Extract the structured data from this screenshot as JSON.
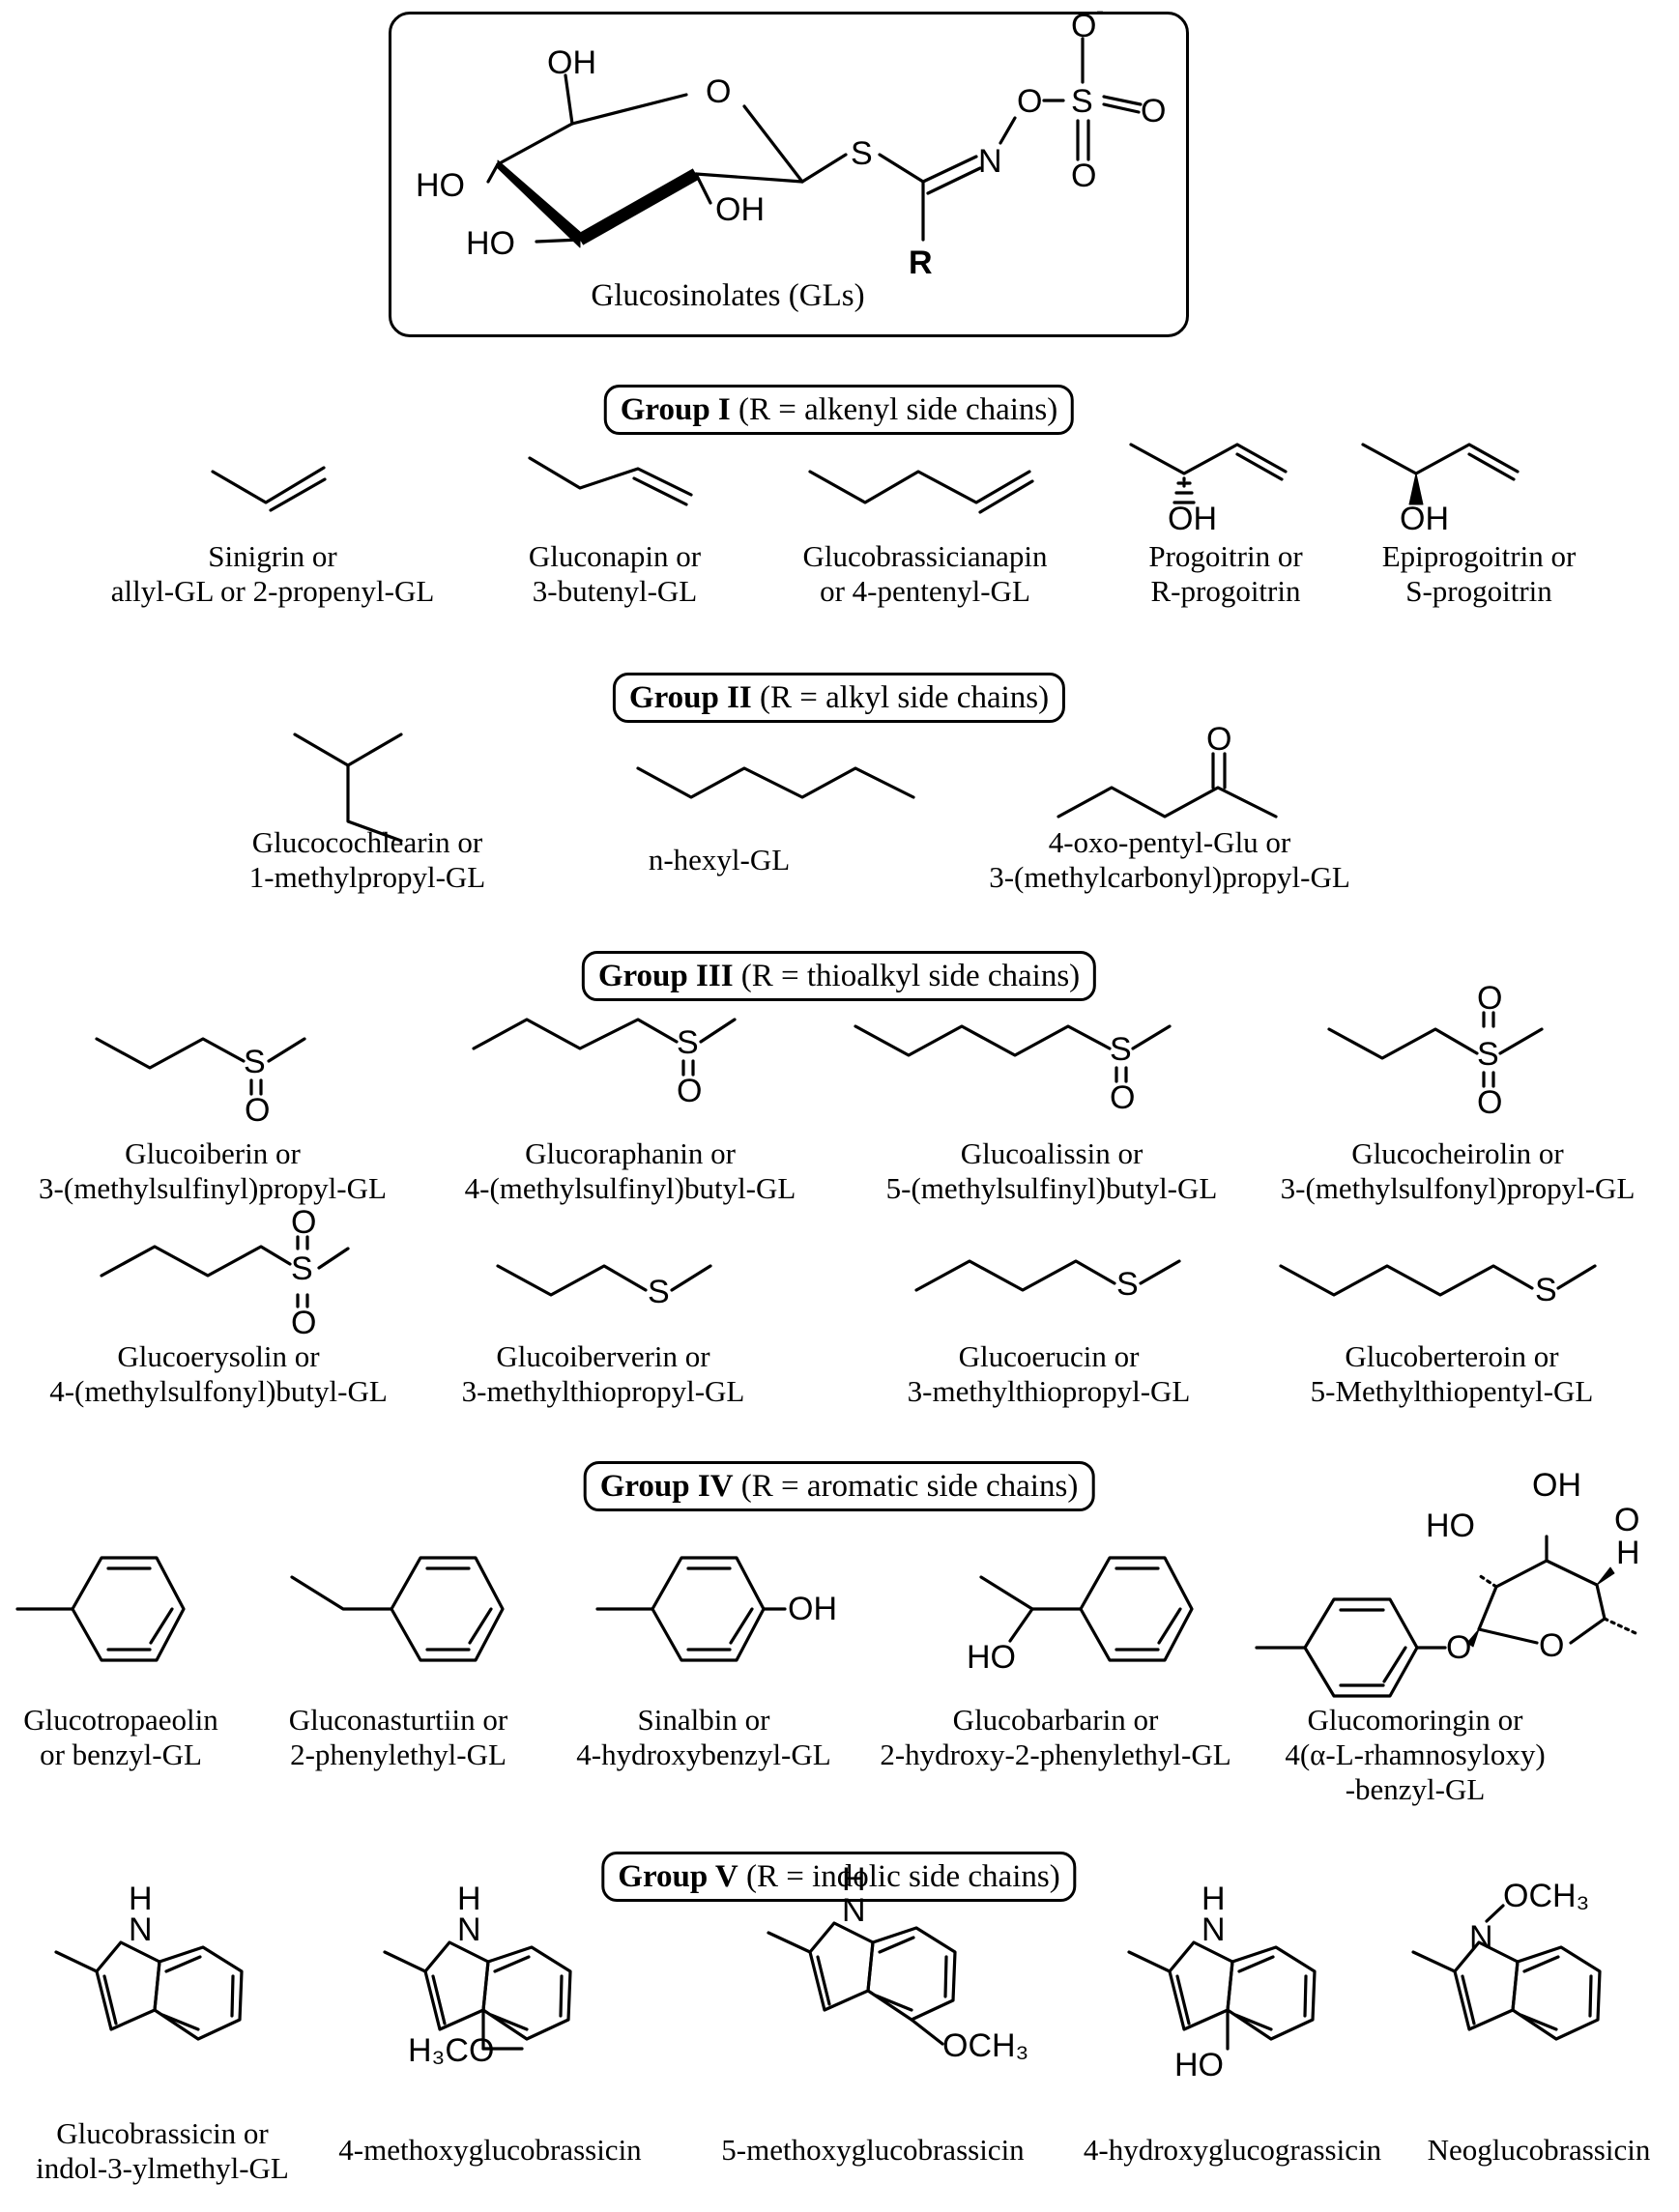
{
  "core": {
    "caption": "Glucosinolates (GLs)",
    "atoms": {
      "oh6": "OH",
      "ring_o": "O",
      "s_link": "S",
      "n": "N",
      "o_n": "O",
      "s_sulfo": "S",
      "o_minus": "O",
      "charge": "-",
      "o_right": "O",
      "o_down": "O",
      "ho4": "HO",
      "oh2": "OH",
      "ho3": "HO",
      "r": "R"
    }
  },
  "groups": [
    {
      "title": "Group I",
      "rest": " (R = alkenyl side chains)"
    },
    {
      "title": "Group II",
      "rest": " (R = alkyl side chains)"
    },
    {
      "title": "Group III",
      "rest": " (R = thioalkyl side chains)"
    },
    {
      "title": "Group IV",
      "rest": " (R = aromatic side chains)"
    },
    {
      "title": "Group V",
      "rest": " (R = indolic side chains)"
    }
  ],
  "compounds": {
    "sinigrin": [
      "Sinigrin or",
      "allyl-GL or 2-propenyl-GL"
    ],
    "gluconapin": [
      "Gluconapin or",
      "3-butenyl-GL"
    ],
    "glucobrassicanapin": [
      "Glucobrassicianapin",
      "or 4-pentenyl-GL"
    ],
    "progoitrin": [
      "Progoitrin or",
      "R-progoitrin"
    ],
    "epiprogoitrin": [
      "Epiprogoitrin or",
      "S-progoitrin"
    ],
    "glucocochlearin": [
      "Glucocochlearin or",
      "1-methylpropyl-GL"
    ],
    "hexyl": [
      "n-hexyl-GL"
    ],
    "oxopentyl": [
      "4-oxo-pentyl-Glu or",
      "3-(methylcarbonyl)propyl-GL"
    ],
    "glucoiberin": [
      "Glucoiberin or",
      "3-(methylsulfinyl)propyl-GL"
    ],
    "glucoraphanin": [
      "Glucoraphanin or",
      "4-(methylsulfinyl)butyl-GL"
    ],
    "glucoalissin": [
      "Glucoalissin or",
      "5-(methylsulfinyl)butyl-GL"
    ],
    "glucocheirolin": [
      "Glucocheirolin or",
      "3-(methylsulfonyl)propyl-GL"
    ],
    "glucoerysolin": [
      "Glucoerysolin or",
      "4-(methylsulfonyl)butyl-GL"
    ],
    "glucoiberverin": [
      "Glucoiberverin or",
      "3-methylthiopropyl-GL"
    ],
    "glucoerucin": [
      "Glucoerucin or",
      "3-methylthiopropyl-GL"
    ],
    "glucoberteroin": [
      "Glucoberteroin or",
      "5-Methylthiopentyl-GL"
    ],
    "glucotropaeolin": [
      "Glucotropaeolin",
      "or benzyl-GL"
    ],
    "gluconasturtiin": [
      "Gluconasturtiin or",
      "2-phenylethyl-GL"
    ],
    "sinalbin": [
      "Sinalbin or",
      "4-hydroxybenzyl-GL"
    ],
    "glucobarbarin": [
      "Glucobarbarin or",
      "2-hydroxy-2-phenylethyl-GL"
    ],
    "glucomoringin": [
      "Glucomoringin or",
      "4(α-L-rhamnosyloxy)",
      "-benzyl-GL"
    ],
    "glucobrassicin": [
      "Glucobrassicin or",
      "indol-3-ylmethyl-GL"
    ],
    "methoxy4": [
      "4-methoxyglucobrassicin"
    ],
    "methoxy5": [
      "5-methoxyglucobrassicin"
    ],
    "hydroxy4": [
      "4-hydroxyglucograssicin"
    ],
    "neoglucobrassicin": [
      "Neoglucobrassicin"
    ]
  },
  "atoms": {
    "OH": "OH",
    "HO": "HO",
    "O": "O",
    "S": "S",
    "H": "H",
    "NH_H": "H",
    "N": "N",
    "OCH3": "OCH₃",
    "H3CO": "H₃CO"
  }
}
